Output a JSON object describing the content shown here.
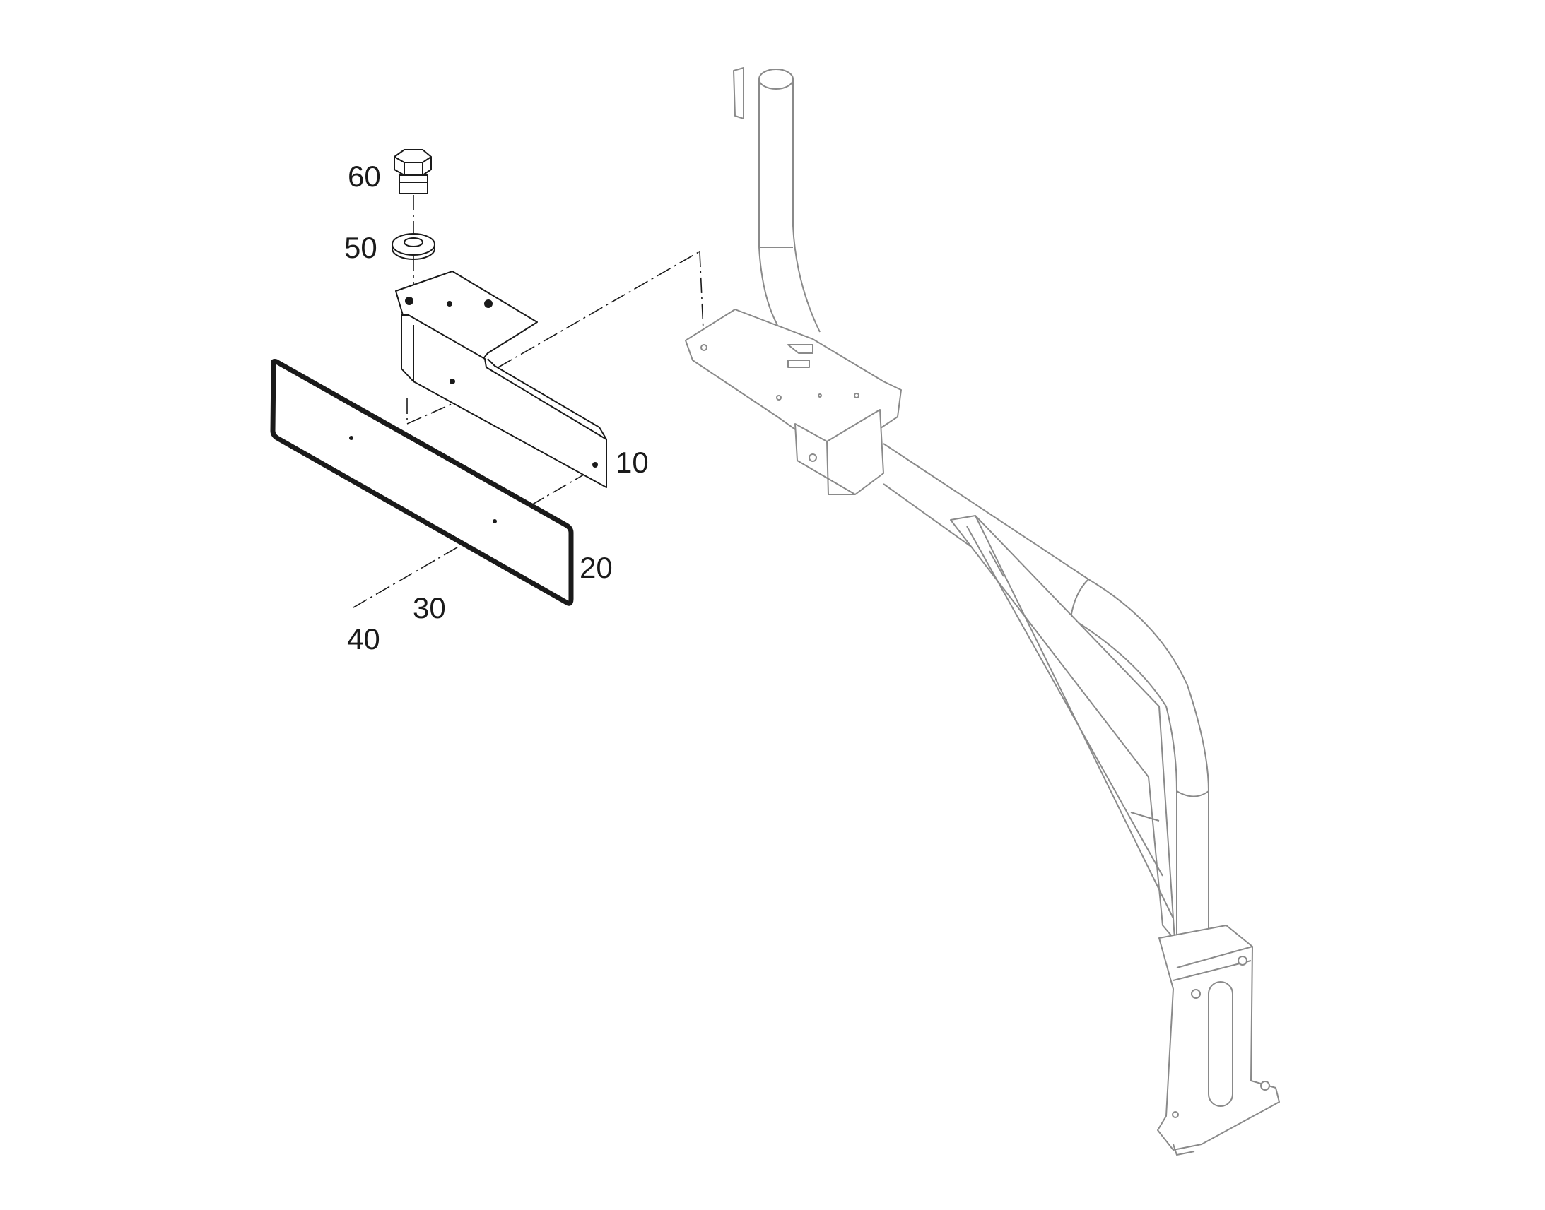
{
  "diagram": {
    "type": "exploded-parts-view",
    "callouts": [
      {
        "id": "60",
        "label": "60",
        "part": "hex-bolt"
      },
      {
        "id": "50",
        "label": "50",
        "part": "washer"
      },
      {
        "id": "10",
        "label": "10",
        "part": "bracket"
      },
      {
        "id": "20",
        "label": "20",
        "part": "license-plate-gasket"
      },
      {
        "id": "30",
        "label": "30",
        "part": "leader"
      },
      {
        "id": "40",
        "label": "40",
        "part": "leader"
      }
    ],
    "colors": {
      "line": "#1a1a1a",
      "ghost_line": "#8a8a8a",
      "background": "#ffffff"
    }
  }
}
